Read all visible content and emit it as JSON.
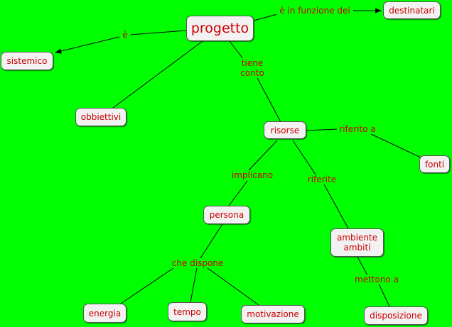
{
  "colors": {
    "background": "#00ff00",
    "node_fill": "#f2f2f2",
    "text": "#cc0000",
    "link": "#000000"
  },
  "nodes": {
    "progetto": "progetto",
    "destinatari": "destinatari",
    "sistemico": "sistemico",
    "obbiettivi": "obbiettivi",
    "risorse": "risorse",
    "fonti": "fonti",
    "persona": "persona",
    "ambiente": "ambiente\nambiti",
    "energia": "energia",
    "tempo": "tempo",
    "motivazione": "motivazione",
    "disposizione": "disposizione"
  },
  "links": {
    "in_funzione": "è in funzione dei",
    "e": "è",
    "tiene_conto": "tiene\nconto",
    "riferito_a": "riferito a",
    "implicano": "implicano",
    "riferite": "riferite",
    "che_dispone": "che dispone",
    "mettono_a": "mettono a"
  }
}
